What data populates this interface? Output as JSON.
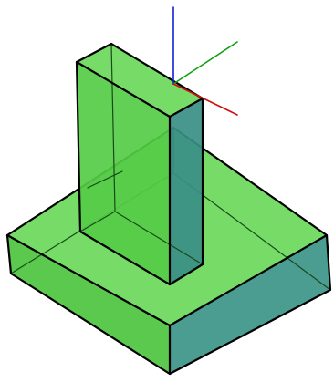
{
  "viewport": {
    "background": "#ffffff",
    "model": {
      "name": "pedestal-solid",
      "parts": [
        "base-block",
        "upright-column"
      ],
      "style": "x-ray",
      "colors": {
        "face_light": "#6ad85a",
        "face_mid": "#55cc46",
        "face_front": "#4cc43e",
        "face_side": "#3c9488",
        "face_side_dark": "#3a8f86",
        "edge": "#000000",
        "hidden_edge": "#1a4a1a"
      }
    },
    "ucs_axes": {
      "icon": "ucs-axis-icon",
      "colors": {
        "x": "#cc1010",
        "y": "#10a010",
        "z": "#1020cc"
      }
    }
  }
}
